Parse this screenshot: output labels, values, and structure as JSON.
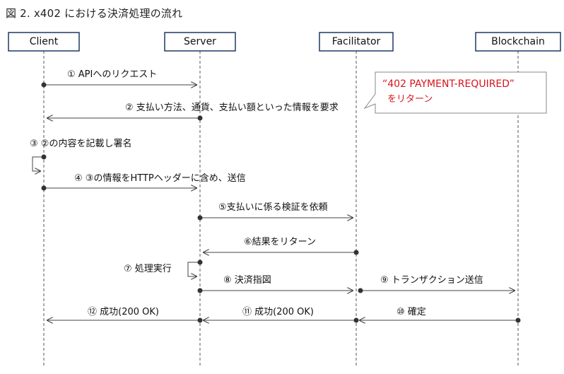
{
  "title": "図 2. x402 における決済処理の流れ",
  "participants": [
    {
      "id": "client",
      "label": "Client"
    },
    {
      "id": "server",
      "label": "Server"
    },
    {
      "id": "facilitator",
      "label": "Facilitator"
    },
    {
      "id": "blockchain",
      "label": "Blockchain"
    }
  ],
  "messages": [
    {
      "label": "① APIへのリクエスト",
      "from": "client",
      "to": "server"
    },
    {
      "label": "② 支払い方法、通貨、支払い額といった情報を要求",
      "from": "server",
      "to": "client"
    },
    {
      "label": "③ ②の内容を記載し署名",
      "from": "client",
      "to": "client"
    },
    {
      "label": "④ ③の情報をHTTPヘッダーに含め、送信",
      "from": "client",
      "to": "server"
    },
    {
      "label": "⑤支払いに係る検証を依頼",
      "from": "server",
      "to": "facilitator"
    },
    {
      "label": "⑥結果をリターン",
      "from": "facilitator",
      "to": "server"
    },
    {
      "label": "⑦ 処理実行",
      "from": "server",
      "to": "server"
    },
    {
      "label": "⑧ 決済指図",
      "from": "server",
      "to": "facilitator"
    },
    {
      "label": "⑨ トランザクション送信",
      "from": "facilitator",
      "to": "blockchain"
    },
    {
      "label": "⑩ 確定",
      "from": "blockchain",
      "to": "facilitator"
    },
    {
      "label": "⑪ 成功(200 OK)",
      "from": "facilitator",
      "to": "server"
    },
    {
      "label": "⑫ 成功(200 OK)",
      "from": "server",
      "to": "client"
    }
  ],
  "callout": {
    "line1": "“402 PAYMENT-REQUIRED”",
    "line2": "をリターン",
    "color": "#d8141c"
  }
}
